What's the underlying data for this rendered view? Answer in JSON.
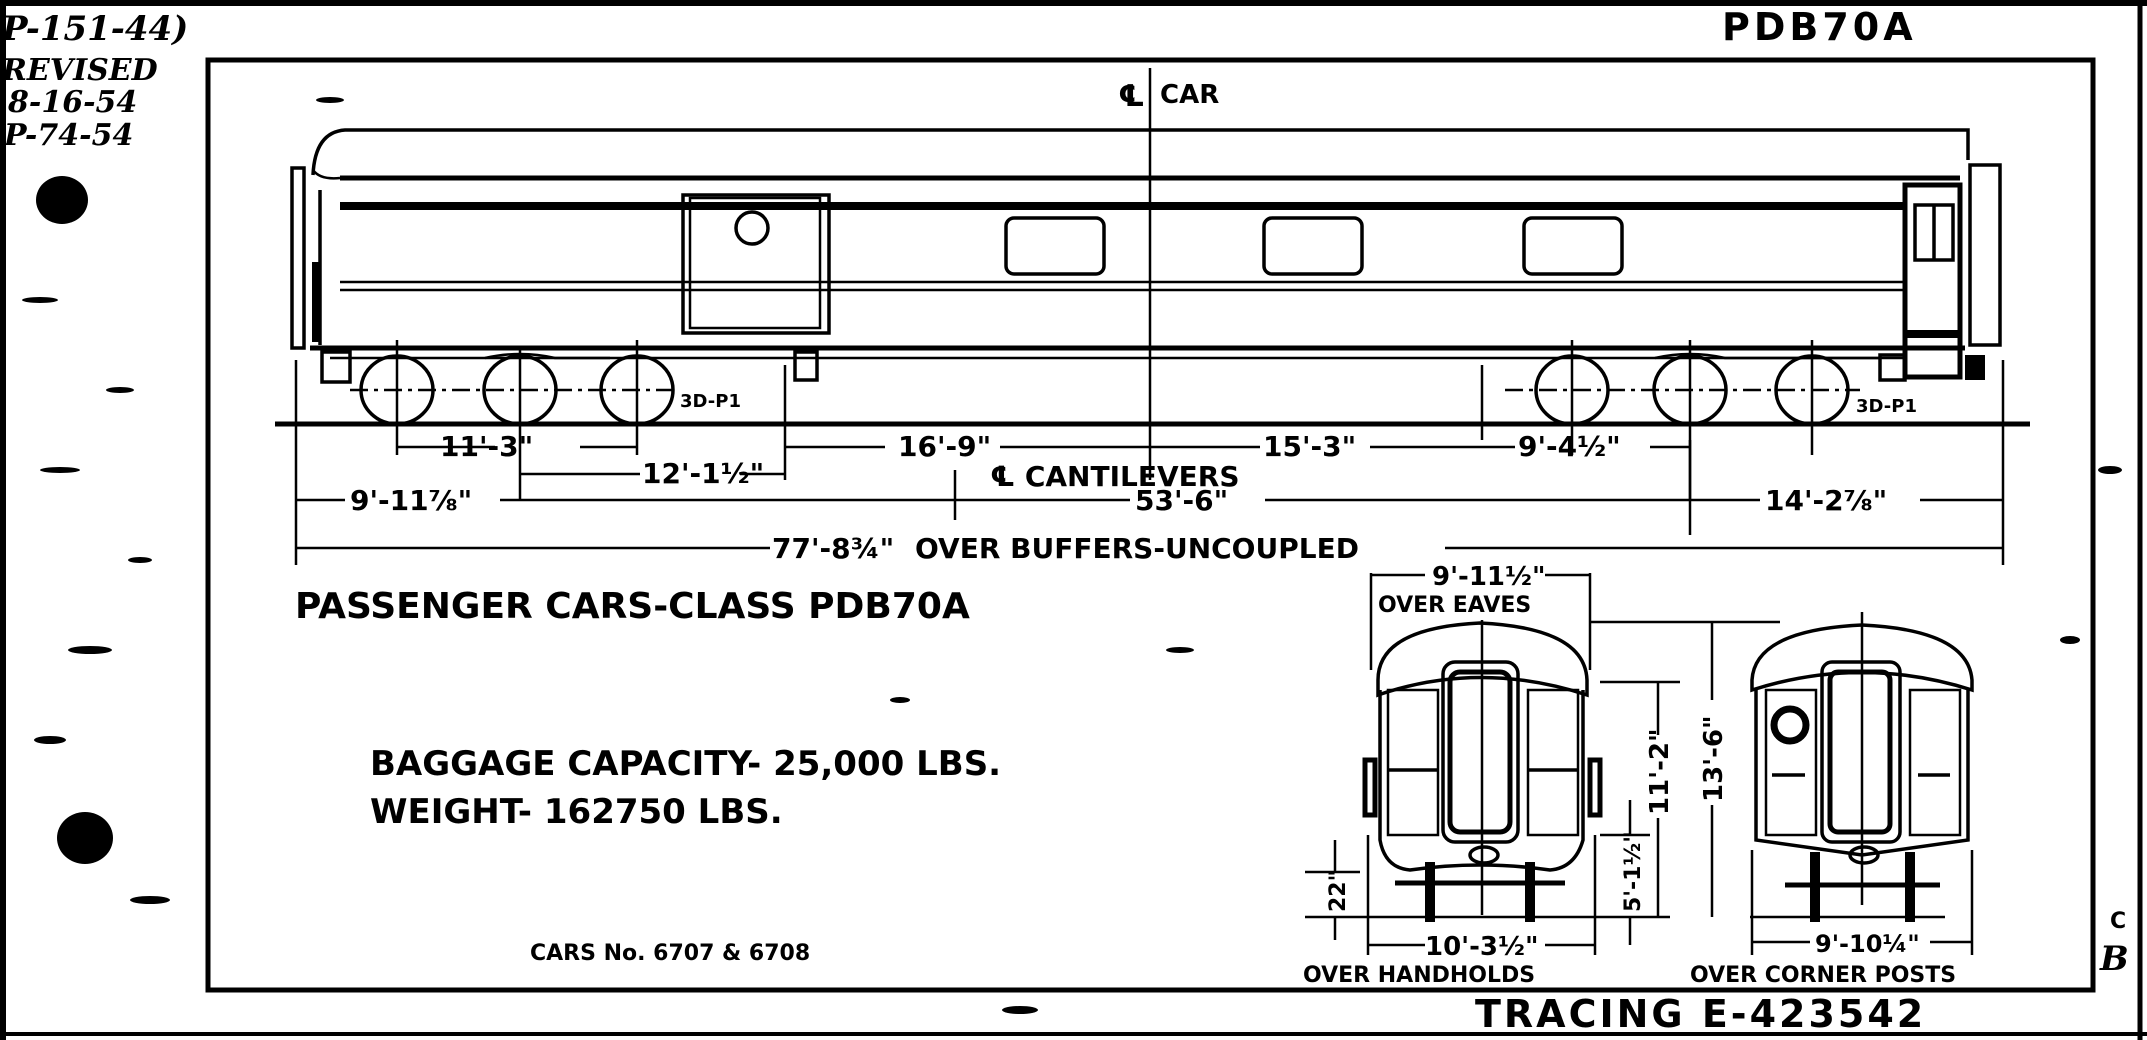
{
  "margin_notes": {
    "line1": "P-151-44)",
    "line2": "REVISED",
    "line3": "8-16-54",
    "line4": "P-74-54"
  },
  "header": {
    "class_code": "PDB70A"
  },
  "side_elevation": {
    "centerline_label": "CAR",
    "centerline_symbol": "℄",
    "truck_label_left": "3D-P1",
    "truck_label_right": "3D-P1",
    "dimensions": {
      "wheelbase_left": "11'-3\"",
      "truck_to_cantilever_left": "12'-1½\"",
      "cantilever_to_center_left": "16'-9\"",
      "center_to_cantilever_right": "15'-3\"",
      "wheelbase_right": "9'-4½\"",
      "cantilevers_label": "℄ CANTILEVERS",
      "overhang_left": "9'-11⅞\"",
      "cantilever_spacing": "53'-6\"",
      "overhang_right": "14'-2⅞\"",
      "length_over_buffers": "77'-8¾\"",
      "length_over_buffers_label": "OVER BUFFERS-UNCOUPLED"
    }
  },
  "title_block": {
    "title": "PASSENGER CARS-CLASS PDB70A",
    "baggage_capacity": "BAGGAGE CAPACITY- 25,000 LBS.",
    "weight": "WEIGHT- 162750 LBS.",
    "car_numbers": "CARS No. 6707 & 6708"
  },
  "end_view_1": {
    "width_eaves": "9'-11½\"",
    "width_eaves_label": "OVER EAVES",
    "width_handholds": "10'-3½\"",
    "width_handholds_label": "OVER HANDHOLDS",
    "coupler_height": "22\"",
    "floor_height": "5'-1½\"",
    "eaves_height": "11'-2\"",
    "overall_height": "13'-6\""
  },
  "end_view_2": {
    "width_corner_posts": "9'-10¼\"",
    "width_corner_posts_label": "OVER CORNER POSTS"
  },
  "footer": {
    "tracing": "TRACING E-423542",
    "revision_c": "C",
    "revision_b": "B"
  }
}
